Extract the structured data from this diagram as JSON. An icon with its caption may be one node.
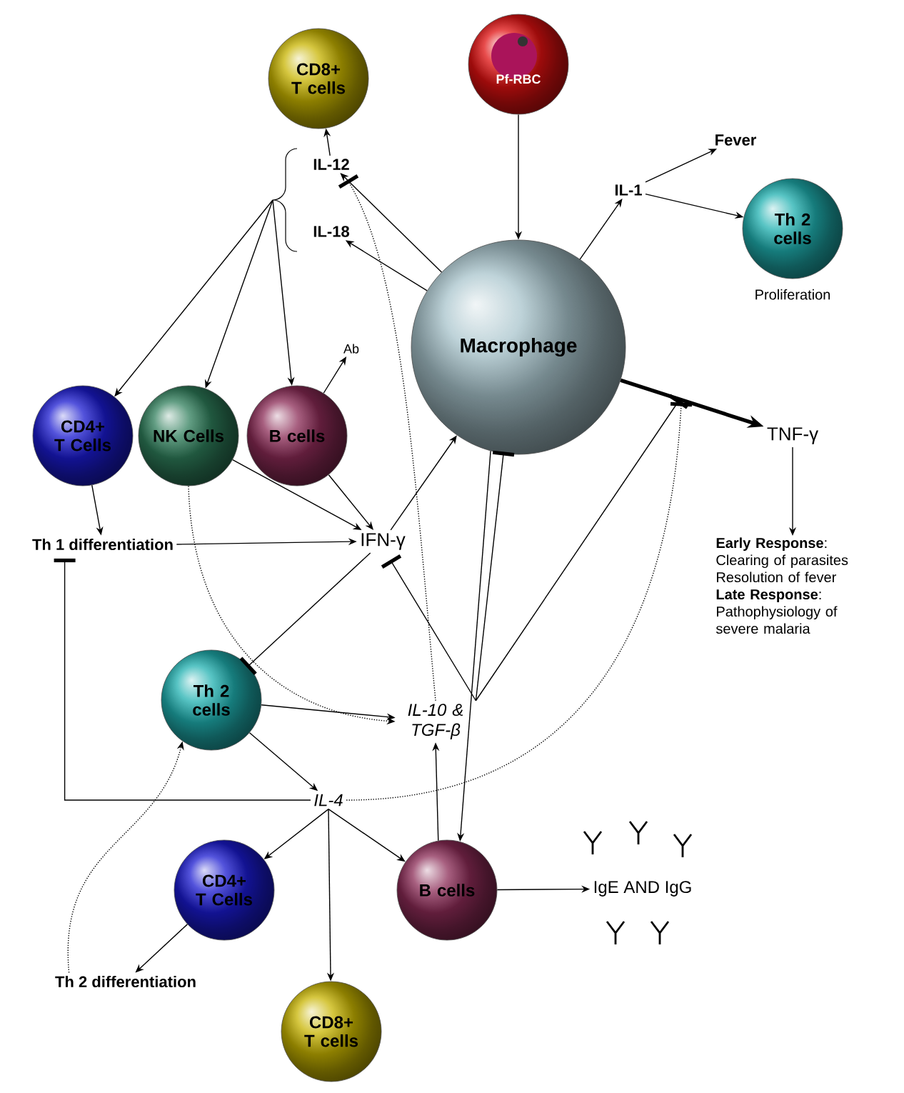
{
  "diagram": {
    "nodes": [
      {
        "text": [
          "CD8+ T cells"
        ]
      },
      {
        "text": [
          "Pf-RBC"
        ]
      },
      {
        "text": [
          "Fever"
        ]
      },
      {
        "text": [
          "IL-12"
        ]
      },
      {
        "text": [
          "IL-18"
        ]
      },
      {
        "text": [
          "IL-1"
        ]
      },
      {
        "text": [
          "Th 2 cells"
        ],
        "beside": [
          "Proliferation"
        ]
      },
      {
        "text": [
          "Macrophage"
        ]
      },
      {
        "text": [
          "CD4+ T Cells"
        ]
      },
      {
        "text": [
          "NK Cells"
        ]
      },
      {
        "text": [
          "B cells"
        ]
      },
      {
        "text": [
          "Ab"
        ]
      },
      {
        "text": [
          "TNF-γ"
        ]
      },
      {
        "text": [
          "Th 1 differentiation"
        ]
      },
      {
        "text": [
          "IFN-γ"
        ]
      },
      {
        "text": [
          "**Early Response**: Clearing of parasites Resolution of fever",
          "**Late Response**: Pathophysiology of severe malaria"
        ]
      },
      {
        "text": [
          "Th 2 cells"
        ]
      },
      {
        "text": [
          "IL-10 & TGF-β"
        ]
      },
      {
        "text": [
          "IL-4"
        ]
      },
      {
        "text": [
          "CD4+ T Cells"
        ]
      },
      {
        "text": [
          "B cells"
        ]
      },
      {
        "text": [
          "IgE AND IgG"
        ]
      },
      {
        "text": [
          "Th 2 differentiation"
        ]
      },
      {
        "text": [
          "CD8+ T cells"
        ]
      }
    ],
    "edges": [
      {
        "from": 3,
        "to": 0,
        "arrow": "to"
      },
      {
        "from": 7,
        "to": 3,
        "arrow": "to"
      },
      {
        "from": 7,
        "to": 4,
        "arrow": "to"
      },
      {
        "from": 1,
        "to": 7,
        "arrow": "to"
      },
      {
        "from": 7,
        "to": 5,
        "arrow": "to"
      },
      {
        "from": 5,
        "to": 2,
        "arrow": "to"
      },
      {
        "from": 5,
        "to": 6,
        "arrow": "to"
      },
      {
        "from": 7,
        "to": 12,
        "arrow": "to",
        "style": "thick"
      },
      {
        "from": 12,
        "to": 15,
        "arrow": "to"
      },
      {
        "from": 3,
        "to": 8,
        "arrow": "to"
      },
      {
        "from": 4,
        "to": 8,
        "arrow": "to"
      },
      {
        "from": 3,
        "to": 9,
        "arrow": "to"
      },
      {
        "from": 4,
        "to": 9,
        "arrow": "to"
      },
      {
        "from": 3,
        "to": 10,
        "arrow": "to"
      },
      {
        "from": 4,
        "to": 10,
        "arrow": "to"
      },
      {
        "from": 10,
        "to": 11,
        "arrow": "to"
      },
      {
        "from": 8,
        "to": 13,
        "arrow": "to"
      },
      {
        "from": 13,
        "to": 14,
        "arrow": "to"
      },
      {
        "from": 9,
        "to": 14,
        "arrow": "to"
      },
      {
        "from": 10,
        "to": 14,
        "arrow": "to"
      },
      {
        "from": 14,
        "to": 7,
        "arrow": "to"
      },
      {
        "from": 14,
        "to": 16,
        "arrow": "other"
      },
      {
        "from": 17,
        "to": 14,
        "arrow": "other"
      },
      {
        "from": 17,
        "to": 3,
        "arrow": "other",
        "style": "dashed"
      },
      {
        "from": 9,
        "to": 17,
        "arrow": "to",
        "style": "dashed"
      },
      {
        "from": 16,
        "to": 17,
        "arrow": "to"
      },
      {
        "from": 16,
        "to": 18,
        "arrow": "to"
      },
      {
        "from": 18,
        "to": 13,
        "arrow": "other"
      },
      {
        "from": 17,
        "to": 7,
        "arrow": "other"
      },
      {
        "from": 17,
        "to": null,
        "arrow": "other"
      },
      {
        "from": 18,
        "to": null,
        "arrow": "other",
        "style": "dashed"
      },
      {
        "from": 7,
        "to": 20,
        "arrow": "to"
      },
      {
        "from": 20,
        "to": 17,
        "arrow": "to"
      },
      {
        "from": 18,
        "to": 19,
        "arrow": "to"
      },
      {
        "from": 18,
        "to": 23,
        "arrow": "to"
      },
      {
        "from": 18,
        "to": 20,
        "arrow": "to"
      },
      {
        "from": 20,
        "to": 21,
        "arrow": "to"
      },
      {
        "from": 19,
        "to": 22,
        "arrow": "to"
      },
      {
        "from": 22,
        "to": 16,
        "arrow": "to",
        "style": "dashed"
      }
    ]
  }
}
